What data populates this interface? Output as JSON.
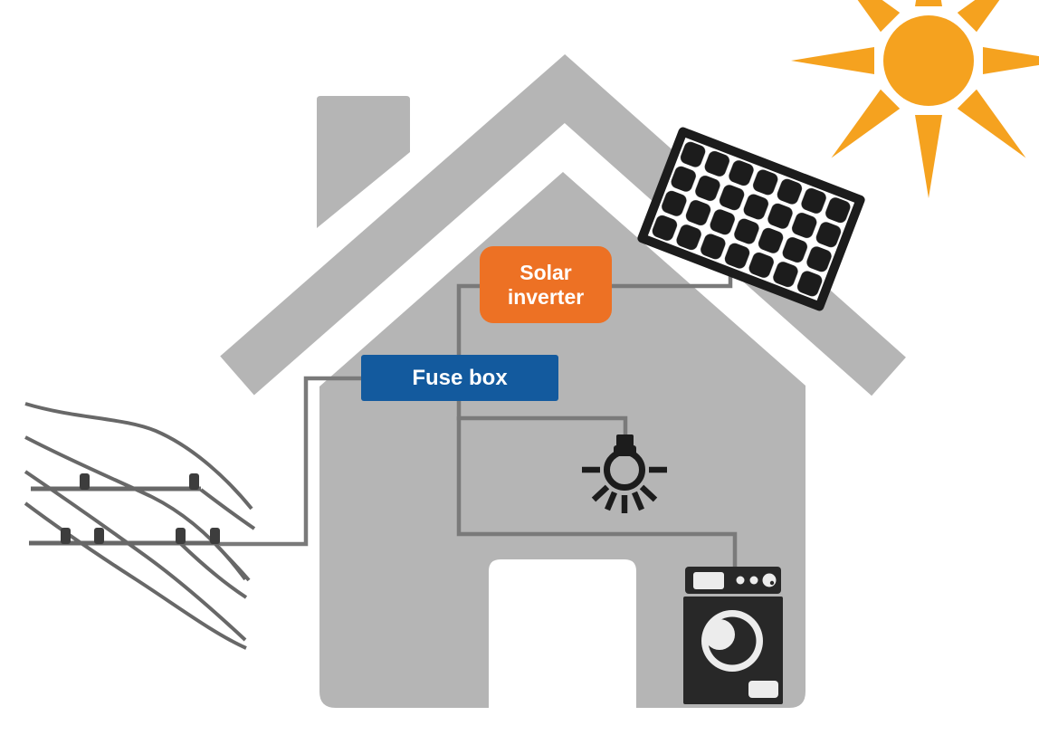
{
  "labels": {
    "solar_inverter_line1": "Solar",
    "solar_inverter_line2": "inverter",
    "fuse_box": "Fuse box"
  },
  "colors": {
    "house_gray": "#b5b5b5",
    "roof_gray": "#b5b5b5",
    "chimney_gray": "#b5b5b5",
    "inverter_orange": "#ed7124",
    "fuse_blue": "#135a9e",
    "sun_orange": "#f5a21f",
    "wire_gray": "#7a7a7a",
    "powerline_gray": "#686868",
    "insulator_dark": "#3d3d3d",
    "icon_black": "#1c1c1c",
    "machine_dark": "#282828",
    "machine_light": "#ececec",
    "label_text": "#ffffff",
    "background": "#ffffff"
  },
  "components": {
    "sun": "sun-icon",
    "solar_panel": "solar-panel-icon",
    "roof": "roof-shape",
    "chimney": "chimney-shape",
    "house": "house-body",
    "power_lines": "power-lines-icon",
    "light_bulb": "light-bulb-icon",
    "washing_machine": "washing-machine-icon",
    "wires": "connection-wires"
  }
}
